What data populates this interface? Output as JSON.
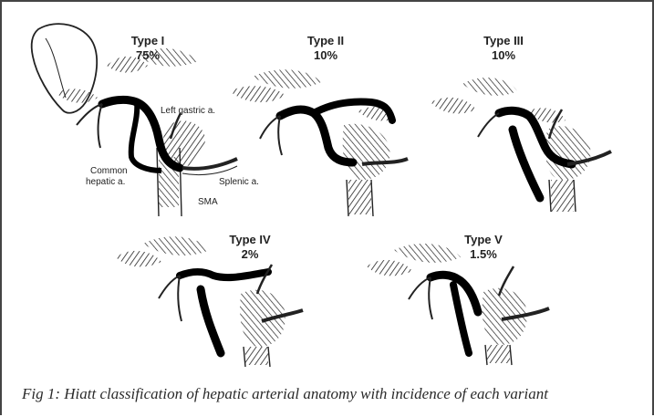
{
  "variants": [
    {
      "type": "Type I",
      "incidence": "75%"
    },
    {
      "type": "Type II",
      "incidence": "10%"
    },
    {
      "type": "Type III",
      "incidence": "10%"
    },
    {
      "type": "Type IV",
      "incidence": "2%"
    },
    {
      "type": "Type V",
      "incidence": "1.5%"
    }
  ],
  "annotations": {
    "left_gastric": "Left gastric a.",
    "common_hepatic_1": "Common",
    "common_hepatic_2": "hepatic a.",
    "splenic": "Splenic a.",
    "sma": "SMA"
  },
  "caption": "Fig 1: Hiatt classification of hepatic arterial anatomy with incidence of each variant",
  "colors": {
    "border": "#444444",
    "ink": "#111111",
    "caption": "#2a2a2a"
  }
}
